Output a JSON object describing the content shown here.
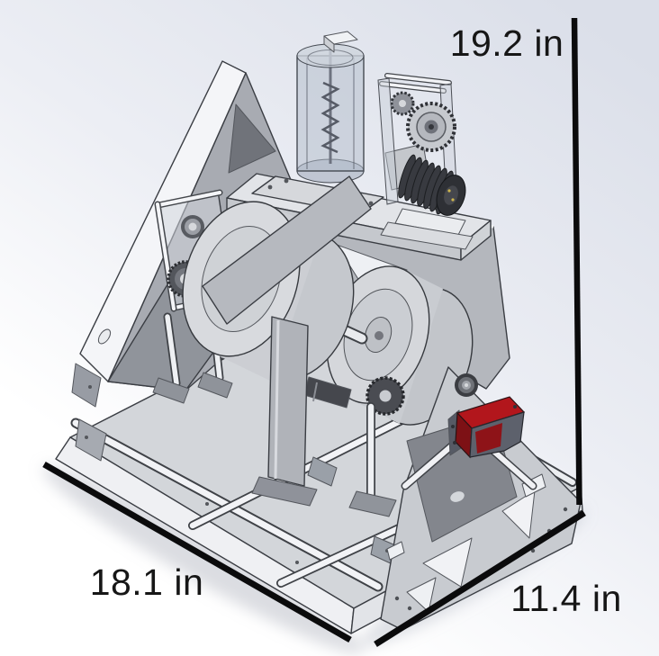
{
  "figure": {
    "annotations": {
      "height": {
        "label": "19.2 in",
        "value": 19.2,
        "unit": "in"
      },
      "length": {
        "label": "18.1 in",
        "value": 18.1,
        "unit": "in"
      },
      "depth": {
        "label": "11.4 in",
        "value": 11.4,
        "unit": "in"
      }
    }
  },
  "colors": {
    "background_top": "#dbdfe9",
    "background_mid": "#eceef4",
    "background_bottom": "#ffffff",
    "dimension_line": "#0b0b0c",
    "label_text": "#161616",
    "motor_red_top": "#b2161c",
    "motor_red_side": "#7d1115",
    "metal_white": "#f2f3f6",
    "metal_light": "#d8dade",
    "metal_mid": "#b4b7bd",
    "metal_dark": "#85888e",
    "pulley_dark": "#2e3035"
  }
}
